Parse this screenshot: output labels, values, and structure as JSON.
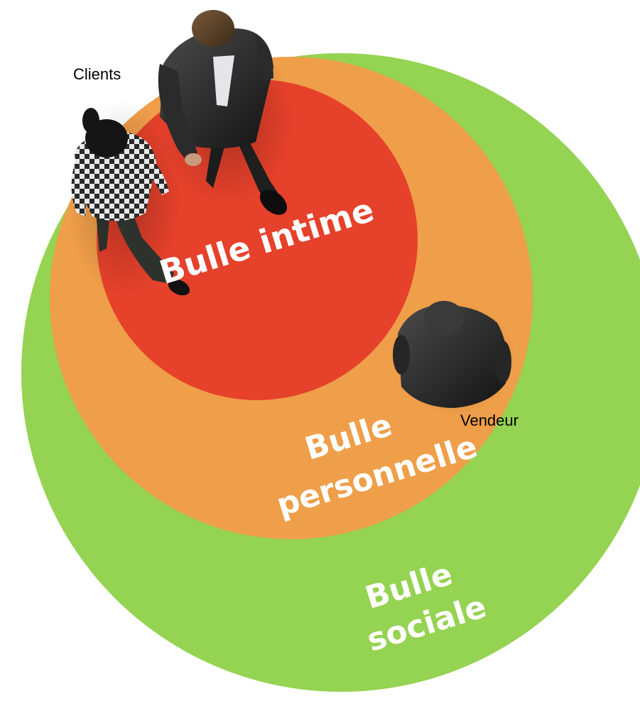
{
  "labels": {
    "clients": "Clients",
    "vendeur": "Vendeur"
  },
  "zones": {
    "intime": {
      "line1": "Bulle intime",
      "color": "#e6412b"
    },
    "personnelle": {
      "line1": "Bulle",
      "line2": "personnelle",
      "color": "#ef9e49"
    },
    "sociale": {
      "line1": "Bulle",
      "line2": "sociale",
      "color": "#95d352"
    }
  },
  "people": [
    {
      "role": "client",
      "name": "client-man-icon"
    },
    {
      "role": "client",
      "name": "client-woman-icon"
    },
    {
      "role": "vendeur",
      "name": "vendeur-icon"
    }
  ]
}
